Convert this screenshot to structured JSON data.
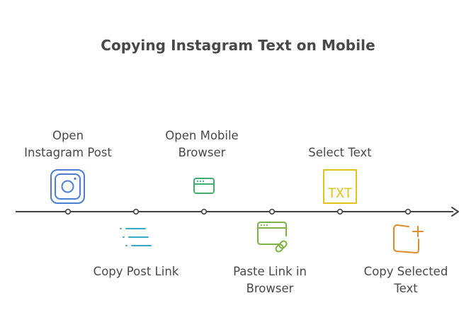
{
  "title": "Copying Instagram Text on Mobile",
  "steps": [
    {
      "lines": [
        "Open",
        "Instagram Post"
      ],
      "icon": "instagram-icon",
      "position": "above",
      "color": "#4a7fd4"
    },
    {
      "lines": [
        "Copy Post Link"
      ],
      "icon": "list-lines-icon",
      "position": "below",
      "color": "#39a9c9"
    },
    {
      "lines": [
        "Open Mobile",
        "Browser"
      ],
      "icon": "browser-window-icon",
      "position": "above",
      "color": "#3fae6e"
    },
    {
      "lines": [
        "Paste Link in",
        "Browser"
      ],
      "icon": "browser-link-icon",
      "position": "below",
      "color": "#7cb342"
    },
    {
      "lines": [
        "Select Text"
      ],
      "icon": "txt-text-icon",
      "position": "above",
      "color": "#e2c21c",
      "icon_text": "TXT"
    },
    {
      "lines": [
        "Copy Selected",
        "Text"
      ],
      "icon": "add-square-icon",
      "position": "below",
      "color": "#e08a2c"
    }
  ],
  "timeline": {
    "line_color": "#444444"
  }
}
